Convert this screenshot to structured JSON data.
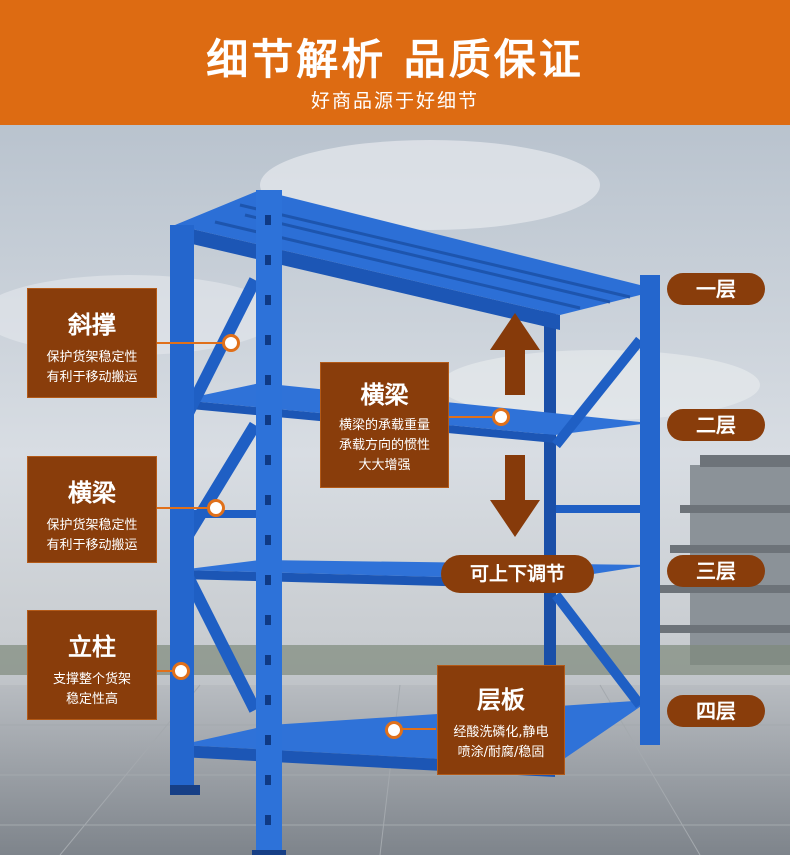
{
  "header": {
    "title": "细节解析 品质保证",
    "subtitle": "好商品源于好细节"
  },
  "callouts": [
    {
      "title": "斜撑",
      "lines": [
        "保护货架稳定性",
        "有利于移动搬运"
      ]
    },
    {
      "title": "横梁",
      "lines": [
        "保护货架稳定性",
        "有利于移动搬运"
      ]
    },
    {
      "title": "立柱",
      "lines": [
        "支撑整个货架",
        "稳定性高"
      ]
    },
    {
      "title": "横梁",
      "lines": [
        "横梁的承载重量",
        "承载方向的惯性",
        "大大增强"
      ]
    },
    {
      "title": "层板",
      "lines": [
        "经酸洗磷化,静电",
        "喷涂/耐腐/稳固"
      ]
    }
  ],
  "adjust_label": "可上下调节",
  "layers": [
    "一层",
    "二层",
    "三层",
    "四层"
  ],
  "colors": {
    "header": "#dd6b12",
    "callout": "#893d0b",
    "accent": "#e0701a",
    "rack": "#1f5fc4"
  }
}
